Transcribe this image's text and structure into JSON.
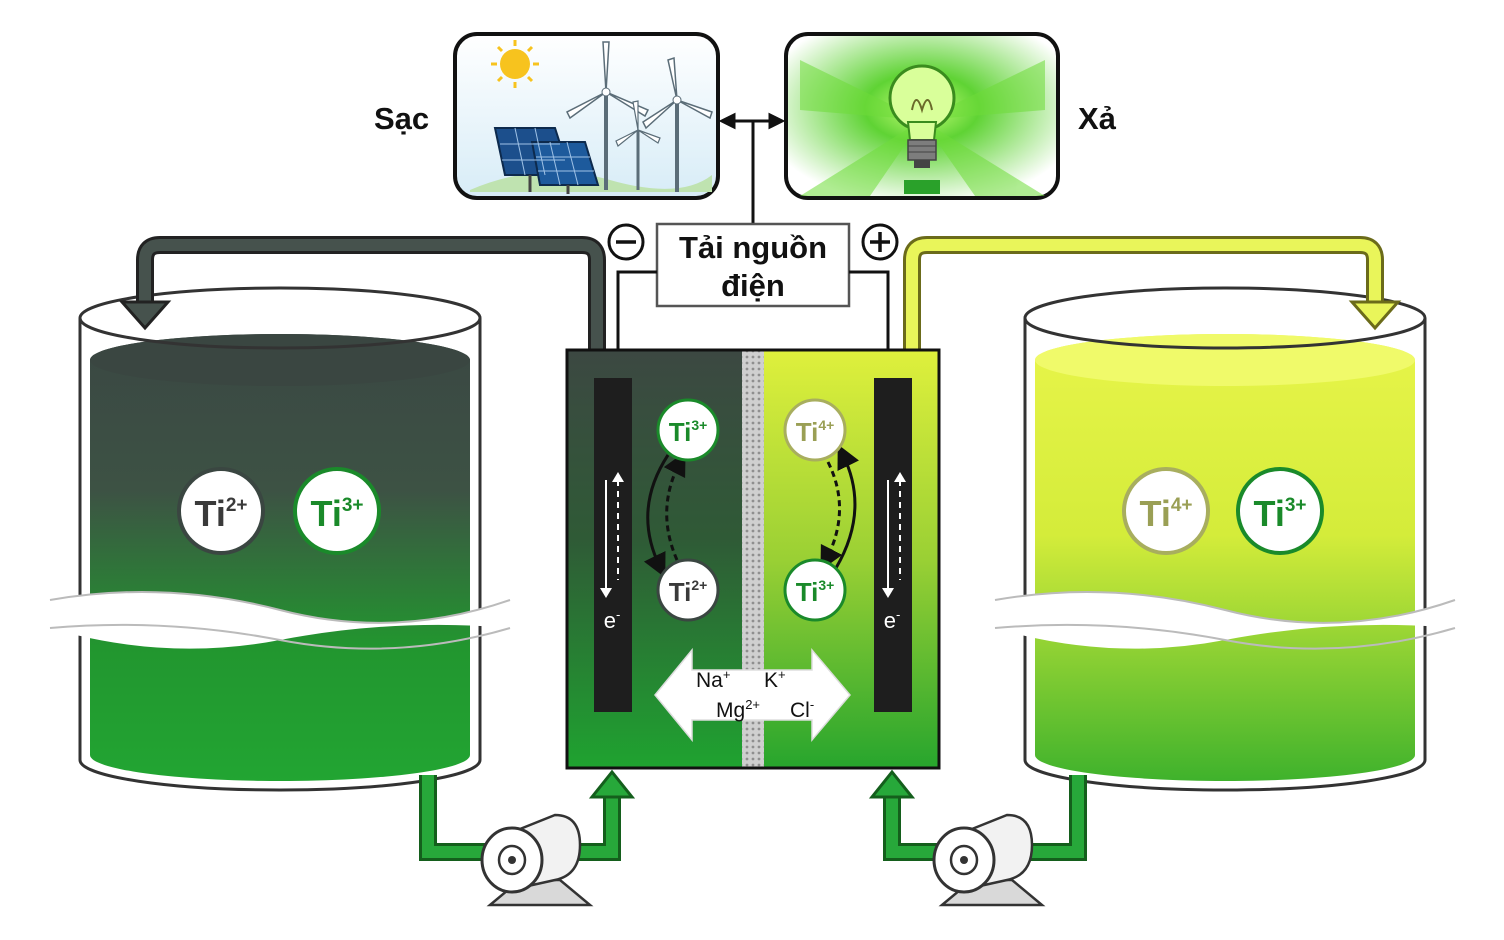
{
  "labels": {
    "charge": "Sạc",
    "discharge": "Xả",
    "load_line1": "Tải nguồn",
    "load_line2": "điện",
    "minus": "−",
    "plus": "+"
  },
  "ions": {
    "ti": "Ti",
    "ti2_sup": "2+",
    "ti3_sup": "3+",
    "ti4_sup": "4+",
    "electron": "e",
    "electron_sup": "-"
  },
  "membrane_ions": {
    "na": "Na",
    "na_sup": "+",
    "k": "K",
    "k_sup": "+",
    "mg": "Mg",
    "mg_sup": "2+",
    "cl": "Cl",
    "cl_sup": "-"
  },
  "colors": {
    "dark_green": "#1f9a2e",
    "dark_slate": "#3c4a45",
    "yellow_green": "#dcef3a",
    "electrode": "#1e1e1e",
    "ion_green": "#1a8a2a"
  }
}
